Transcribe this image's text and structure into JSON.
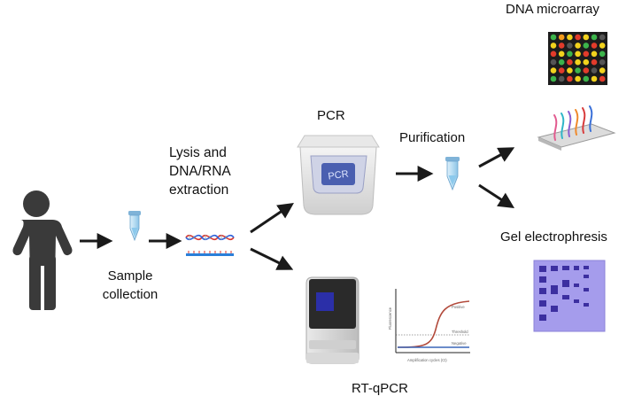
{
  "labels": {
    "lysis": [
      "Lysis and",
      "DNA/RNA",
      "extraction"
    ],
    "sample": [
      "Sample",
      "collection"
    ],
    "pcr": "PCR",
    "purification": "Purification",
    "dna_microarray": "DNA microarray",
    "gel": "Gel electrophresis",
    "rtqpcr": "RT-qPCR"
  },
  "pcr_machine_screen": "PCR",
  "qpcr_plot": {
    "series": [
      "Positive",
      "Threshold",
      "Negative"
    ],
    "ylabel": "Fluorescence",
    "xlabel": "Amplification cycles (Ct)"
  },
  "colors": {
    "person": "#3a3a3a",
    "arrow": "#1a1a1a",
    "tube": "#a9d3ec",
    "dna_red": "#d9342b",
    "dna_blue": "#2b5fd9",
    "microarray_bg": "#1c1c1c",
    "gel_bg": "#9f96e8",
    "gel_band": "#3c2fa0",
    "qpcr_screen": "#2b2fa8",
    "positive_curve": "#b24a3b",
    "negative_line": "#3a66b8"
  }
}
